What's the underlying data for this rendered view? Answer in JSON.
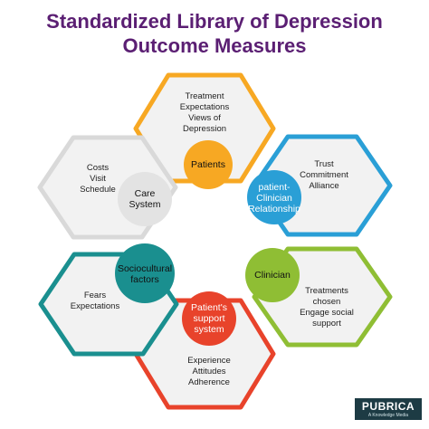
{
  "title_lines": [
    "Standardized Library of Depression",
    "Outcome Measures"
  ],
  "colors": {
    "title": "#5b1f73",
    "orange": "#f7a823",
    "blue": "#2a9fd6",
    "green": "#8fbe34",
    "red": "#e8432b",
    "teal": "#1a8f8f",
    "gray": "#d9d9d9",
    "logo_bg": "#1d3b44"
  },
  "groups": {
    "patients": {
      "circle_label": [
        "Patients"
      ],
      "items": [
        "Treatment",
        "Expectations",
        "Views of",
        "Depression"
      ]
    },
    "relationship": {
      "circle_label": [
        "patient-",
        "Clinician",
        "Relationship"
      ],
      "items": [
        "Trust",
        "Commitment",
        "Alliance"
      ]
    },
    "clinician": {
      "circle_label": [
        "Clinician"
      ],
      "items": [
        "Treatments",
        "chosen",
        "Engage social",
        "support"
      ]
    },
    "support": {
      "circle_label": [
        "Patient's",
        "support",
        "system"
      ],
      "items": [
        "Experience",
        "Attitudes",
        "Adherence"
      ]
    },
    "sociocultural": {
      "circle_label": [
        "Sociocultural",
        "factors"
      ],
      "items": [
        "Fears",
        "Expectations"
      ]
    },
    "care": {
      "circle_label": [
        "Care",
        "System"
      ],
      "items": [
        "Costs",
        "Visit",
        "Schedule"
      ]
    }
  },
  "logo": {
    "name": "PUBRICA",
    "tagline": "A Knowledge Media"
  }
}
